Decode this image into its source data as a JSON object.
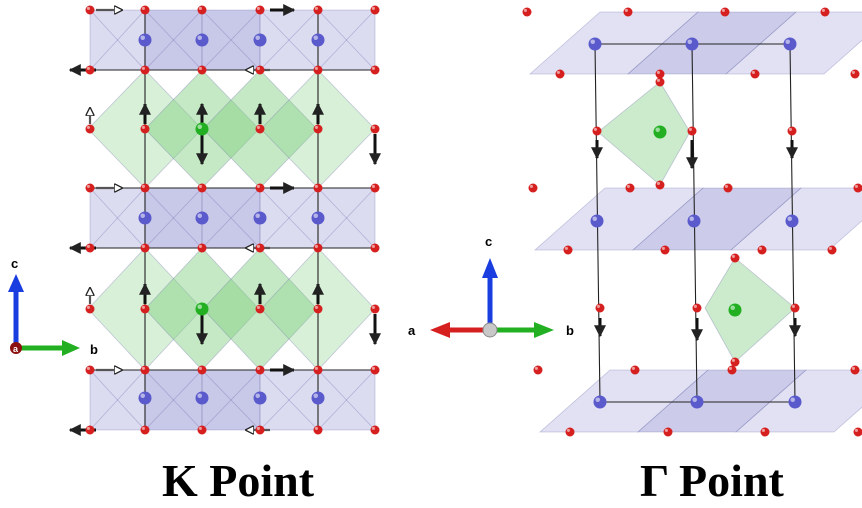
{
  "panels": [
    {
      "id": "k-point",
      "caption": "K Point",
      "axes": {
        "c": "c",
        "b": "b",
        "a": "a"
      }
    },
    {
      "id": "gamma-point",
      "caption": "Γ Point",
      "axes": {
        "c": "c",
        "b": "b",
        "a": "a"
      }
    }
  ],
  "colors": {
    "blue_polyhedra": "#9a9ad6",
    "green_polyhedra": "#7fce7f",
    "oxygen": "#d62020",
    "blue_atom": "#5a5acc",
    "green_atom": "#22b022",
    "axis_c": "#1a3de0",
    "axis_b": "#22b022",
    "axis_a": "#d62020"
  }
}
